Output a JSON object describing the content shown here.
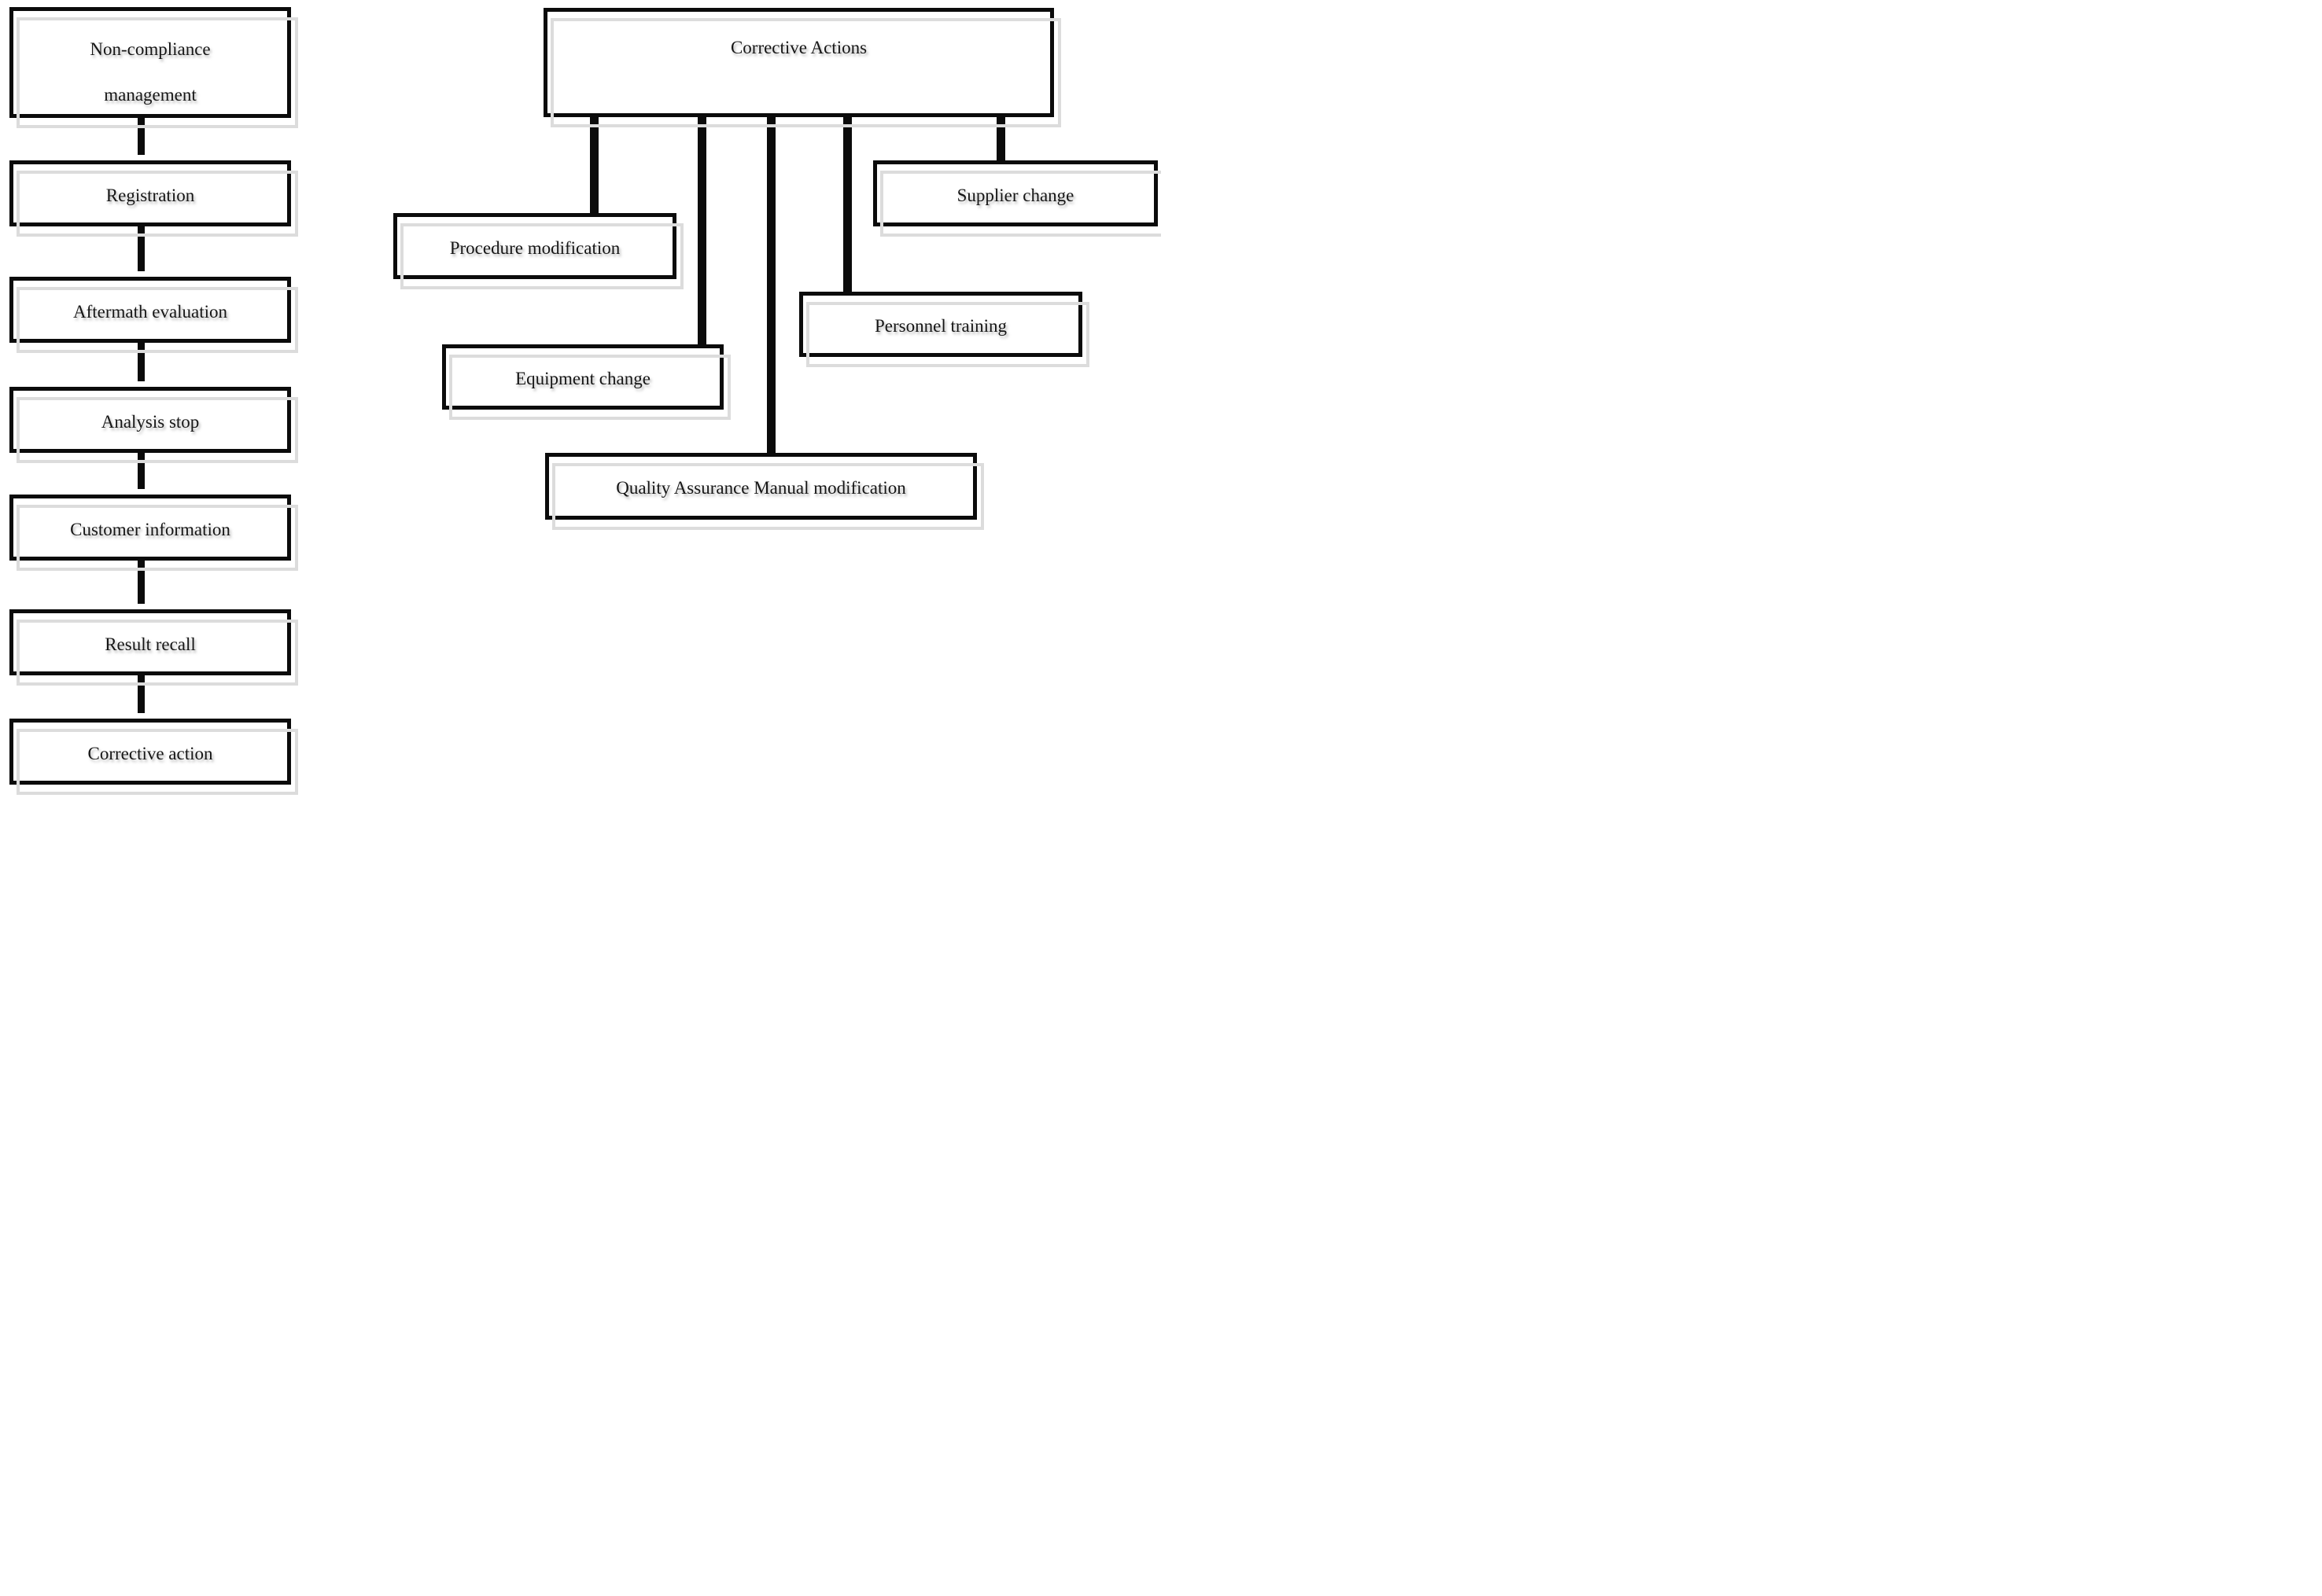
{
  "diagram": {
    "background_color": "#ffffff",
    "line_color": "#0b0b0b",
    "shadow_color": "#dcdcdc",
    "text_color": "#161616",
    "left_flow": {
      "boxes": [
        {
          "lines": [
            "Non-compliance",
            "management"
          ]
        },
        {
          "label": "Registration"
        },
        {
          "label": "Aftermath evaluation"
        },
        {
          "label": "Analysis stop"
        },
        {
          "label": "Customer information"
        },
        {
          "label": "Result recall"
        },
        {
          "label": "Corrective action"
        }
      ]
    },
    "tree": {
      "root_label": "Corrective Actions",
      "children": [
        {
          "label": "Procedure modification"
        },
        {
          "label": "Equipment change"
        },
        {
          "label": "Quality Assurance Manual modification"
        },
        {
          "label": "Personnel training"
        },
        {
          "label": "Supplier change"
        }
      ]
    }
  }
}
